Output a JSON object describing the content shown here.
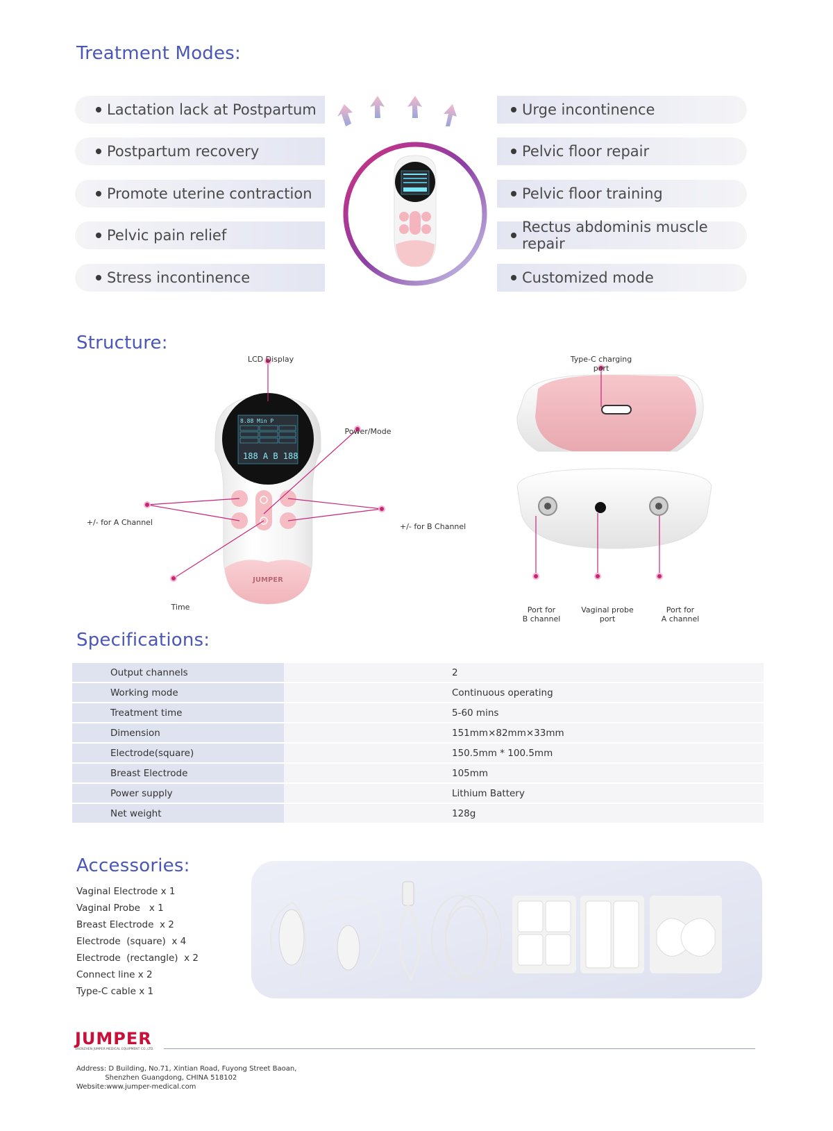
{
  "treatment": {
    "title": "Treatment Modes:",
    "left": [
      "Lactation lack at Postpartum",
      "Postpartum recovery",
      "Promote uterine contraction",
      "Pelvic pain relief",
      "Stress incontinence"
    ],
    "right": [
      "Urge incontinence",
      "Pelvic floor repair",
      "Pelvic floor training",
      "Rectus abdominis muscle repair",
      "Customized mode"
    ]
  },
  "structure": {
    "title": "Structure:",
    "labels": {
      "lcd": "LCD Display",
      "power": "Power/Mode",
      "a_channel": "+/- for A Channel",
      "b_channel": "+/- for B Channel",
      "time": "Time",
      "typec": "Type-C charging\nport",
      "port_b": "Port for\nB channel",
      "probe": "Vaginal probe\nport",
      "port_a": "Port for\nA channel"
    },
    "device_brand": "JUMPER",
    "screen_readout": "188 A B 188",
    "screen_top": "8.88 Min P"
  },
  "specs": {
    "title": "Specifications:",
    "rows": [
      {
        "key": "Output channels",
        "value": "2"
      },
      {
        "key": "Working mode",
        "value": "Continuous operating"
      },
      {
        "key": "Treatment time",
        "value": "5-60 mins"
      },
      {
        "key": "Dimension",
        "value": "151mm×82mm×33mm"
      },
      {
        "key": "Electrode(square)",
        "value": "150.5mm * 100.5mm"
      },
      {
        "key": "Breast Electrode",
        "value": "105mm"
      },
      {
        "key": "Power supply",
        "value": "Lithium Battery"
      },
      {
        "key": "Net weight",
        "value": "128g"
      }
    ]
  },
  "accessories": {
    "title": "Accessories:",
    "items": [
      "Vaginal Electrode x 1",
      "Vaginal Probe   x 1",
      "Breast Electrode  x 2",
      "Electrode  (square)  x 4",
      "Electrode  (rectangle)  x 2",
      "Connect line x 2",
      "Type-C cable x 1"
    ]
  },
  "footer": {
    "logo": "JUMPER",
    "company": "SHENZHEN JUMPER MEDICAL EQUIPMENT CO.,LTD.",
    "address_line1": "Address: D Building, No.71, Xintian Road, Fuyong Street Baoan,",
    "address_line2": "             Shenzhen Guangdong, CHINA 518102",
    "website": "Website:www.jumper-medical.com"
  },
  "colors": {
    "title": "#4a56b8",
    "accent_pink": "#c8247a",
    "device_pink": "#f4c3c8",
    "logo_red": "#c8103a"
  }
}
